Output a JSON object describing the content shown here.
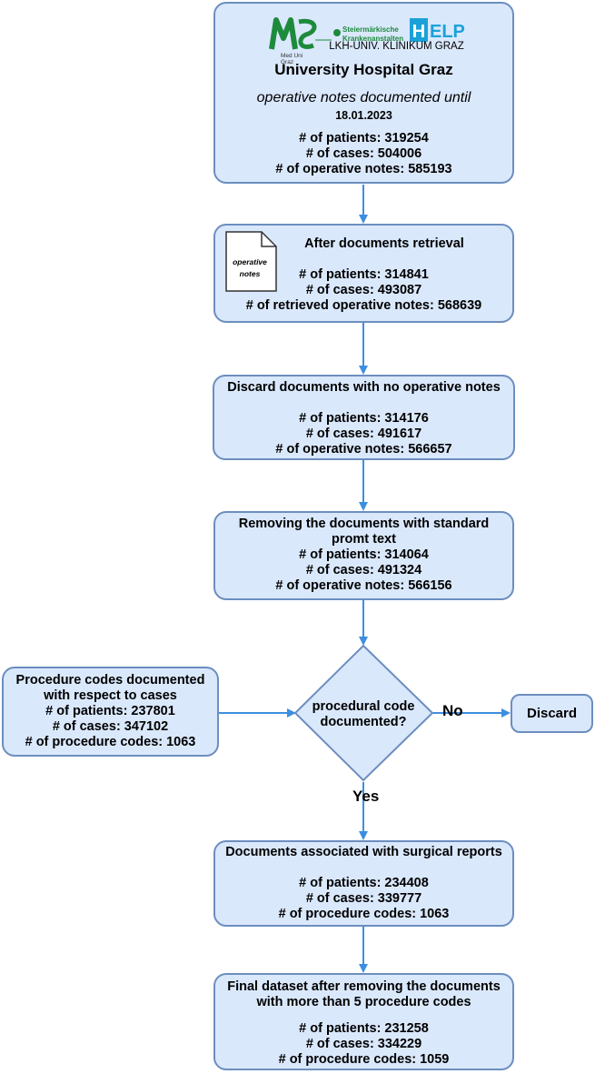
{
  "header": {
    "logos": {
      "meduni_mark": "MU",
      "meduni_text": "Med Uni Graz",
      "stkage_text": [
        "Steiermärkische",
        "Krankenanstalten"
      ],
      "help_text": "HELP"
    },
    "institution": "LKH-UNIV. KLINIKUM GRAZ",
    "title": "University Hospital Graz",
    "subtitle": "operative notes documented until",
    "date": "18.01.2023",
    "stats": [
      "# of patients: 319254",
      "# of cases: 504006",
      "# of operative notes: 585193"
    ]
  },
  "retrieval": {
    "icon_label": [
      "operative",
      "notes"
    ],
    "title": "After documents retrieval",
    "stats": [
      "# of patients: 314841",
      "# of cases: 493087",
      "# of retrieved operative notes: 568639"
    ]
  },
  "discard_empty": {
    "title": "Discard documents with no operative notes",
    "stats": [
      "# of patients: 314176",
      "# of cases: 491617",
      "# of operative notes: 566657"
    ]
  },
  "remove_prompt": {
    "title_lines": [
      "Removing the documents with standard",
      "promt text"
    ],
    "stats": [
      "# of patients: 314064",
      "# of cases: 491324",
      "# of operative notes: 566156"
    ]
  },
  "procedure_codes": {
    "title_lines": [
      "Procedure codes documented",
      "with respect to cases"
    ],
    "stats": [
      "# of patients: 237801",
      "# of cases: 347102",
      "# of procedure codes: 1063"
    ]
  },
  "decision": {
    "lines": [
      "procedural code",
      "documented?"
    ],
    "no_label": "No",
    "yes_label": "Yes"
  },
  "discard": {
    "label": "Discard"
  },
  "associated": {
    "title": "Documents associated with surgical reports",
    "stats": [
      "# of patients: 234408",
      "# of cases: 339777",
      "# of procedure codes: 1063"
    ]
  },
  "final": {
    "title_lines": [
      "Final dataset after removing the documents",
      "with more than 5 procedure codes"
    ],
    "stats": [
      "# of patients: 231258",
      "# of cases: 334229",
      "# of procedure codes: 1059"
    ]
  },
  "colors": {
    "box_fill": "#dae8fc",
    "box_border": "#6c8ebf",
    "arrow": "#3d8ee0",
    "meduni_green": "#1e8a3c",
    "help_blue": "#1aa2d8"
  }
}
